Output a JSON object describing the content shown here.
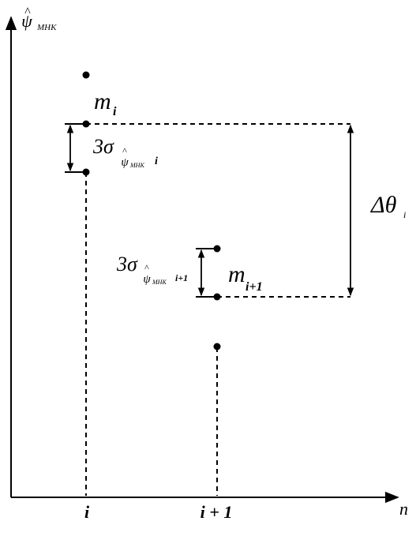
{
  "axes": {
    "y_label_main": "ψ",
    "y_label_hat": "^",
    "y_label_sub": "МНК",
    "x_label": "n"
  },
  "ticks": {
    "i": "i",
    "i_plus_1": "i + 1"
  },
  "labels": {
    "m_i_base": "m",
    "m_i_sub": "i",
    "m_i1_base": "m",
    "m_i1_sub": "i+1",
    "sigma_i_coef": "3σ",
    "sigma_i_sub_psi": "ψ",
    "sigma_i_sub_hat": "^",
    "sigma_i_sub_mnk": "МНК",
    "sigma_i_sub_idx": "i",
    "sigma_i1_coef": "3σ",
    "sigma_i1_sub_psi": "ψ",
    "sigma_i1_sub_hat": "^",
    "sigma_i1_sub_mnk": "МНК",
    "sigma_i1_sub_idx": "i+1",
    "delta_theta_base": "Δθ",
    "delta_theta_sub": "i"
  },
  "colors": {
    "ink": "#000000",
    "background": "#ffffff"
  }
}
